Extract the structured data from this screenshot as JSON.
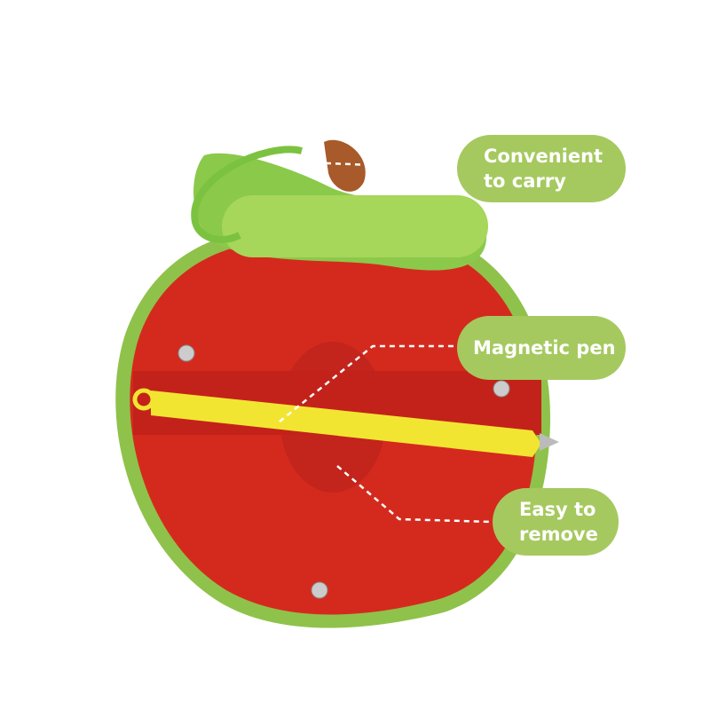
{
  "callouts": {
    "carry": "Convenient\nto carry",
    "pen": "Magnetic pen",
    "remove": "Easy to\nremove"
  },
  "colors": {
    "label_bg": "#a5c95f",
    "body_red": "#d42a1e",
    "leaf_green": "#8bc94a",
    "pen_yellow": "#f2e531"
  }
}
